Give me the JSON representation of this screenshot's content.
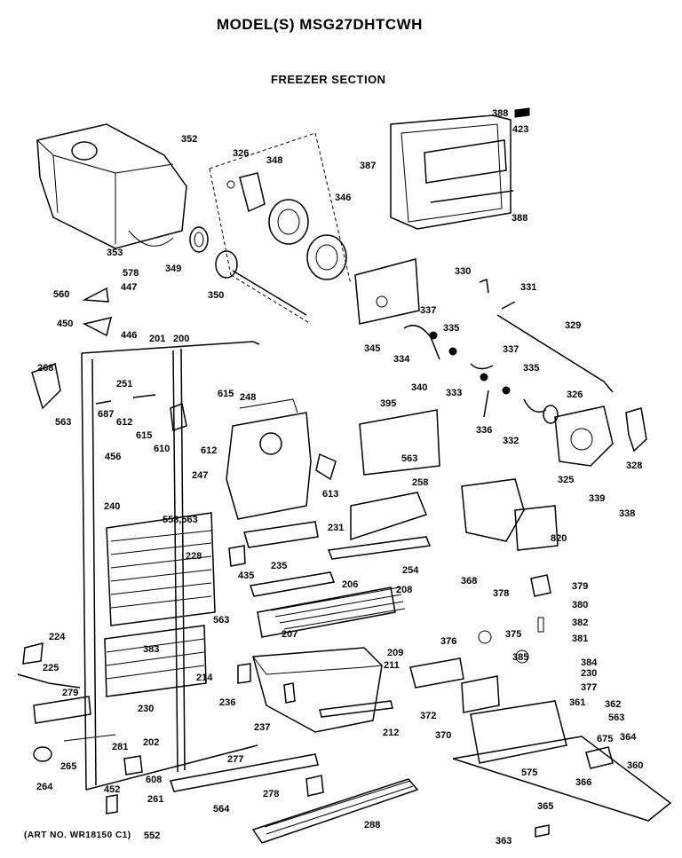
{
  "header": {
    "model_title": "MODEL(S) MSG27DHTCWH",
    "section_title": "FREEZER SECTION"
  },
  "footer": {
    "art_number": "(ART NO. WR18150 C1)"
  },
  "diagram": {
    "part_labels": [
      "352",
      "326",
      "348",
      "346",
      "388",
      "423",
      "387",
      "388",
      "353",
      "349",
      "350",
      "578",
      "447",
      "560",
      "450",
      "446",
      "345",
      "330",
      "331",
      "337",
      "335",
      "334",
      "340",
      "333",
      "329",
      "337",
      "335",
      "201",
      "200",
      "268",
      "251",
      "615",
      "248",
      "687",
      "612",
      "615",
      "610",
      "612",
      "563",
      "326",
      "336",
      "332",
      "395",
      "563",
      "328",
      "456",
      "247",
      "613",
      "325",
      "339",
      "338",
      "258",
      "240",
      "558,563",
      "231",
      "820",
      "228",
      "435",
      "235",
      "254",
      "206",
      "208",
      "368",
      "378",
      "379",
      "380",
      "382",
      "563",
      "381",
      "224",
      "207",
      "209",
      "376",
      "383",
      "375",
      "384",
      "385",
      "230",
      "225",
      "211",
      "214",
      "377",
      "279",
      "236",
      "230",
      "372",
      "362",
      "563",
      "237",
      "212",
      "361",
      "370",
      "675",
      "364",
      "281",
      "202",
      "360",
      "265",
      "277",
      "608",
      "264",
      "575",
      "366",
      "452",
      "261",
      "278",
      "564",
      "365",
      "288",
      "552",
      "363"
    ]
  }
}
